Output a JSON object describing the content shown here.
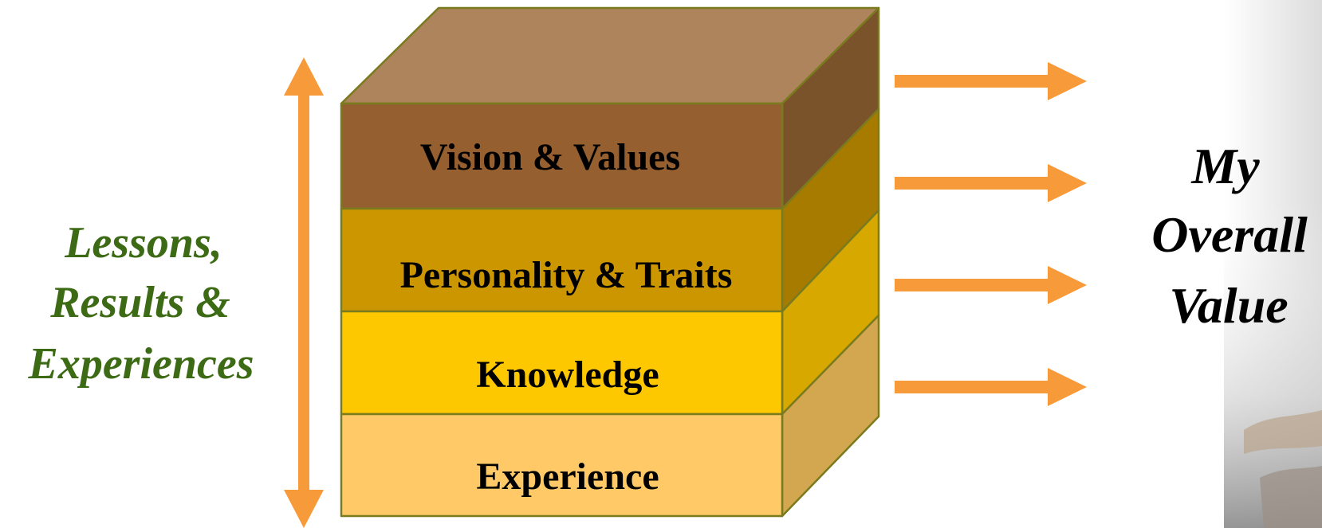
{
  "left_caption": {
    "line1": "Lessons,",
    "line2": "Results &",
    "line3": "Experiences"
  },
  "layers": {
    "vision": "Vision & Values",
    "personality": "Personality & Traits",
    "knowledge": "Knowledge",
    "experience": "Experience"
  },
  "right_caption": {
    "line1": "My",
    "line2": "Overall",
    "line3": "Value"
  },
  "colors": {
    "arrow": "#f79a3a",
    "side_text": "#3d6b15",
    "edge": "#7a7a1e",
    "top_face": "#ad845c",
    "vision_front": "#955f30",
    "vision_side": "#7b532b",
    "personality_front": "#cc9600",
    "personality_side": "#a67b00",
    "knowledge_front": "#fec800",
    "knowledge_side": "#d6a800",
    "experience_front": "#fec966",
    "experience_side": "#d2a750"
  }
}
